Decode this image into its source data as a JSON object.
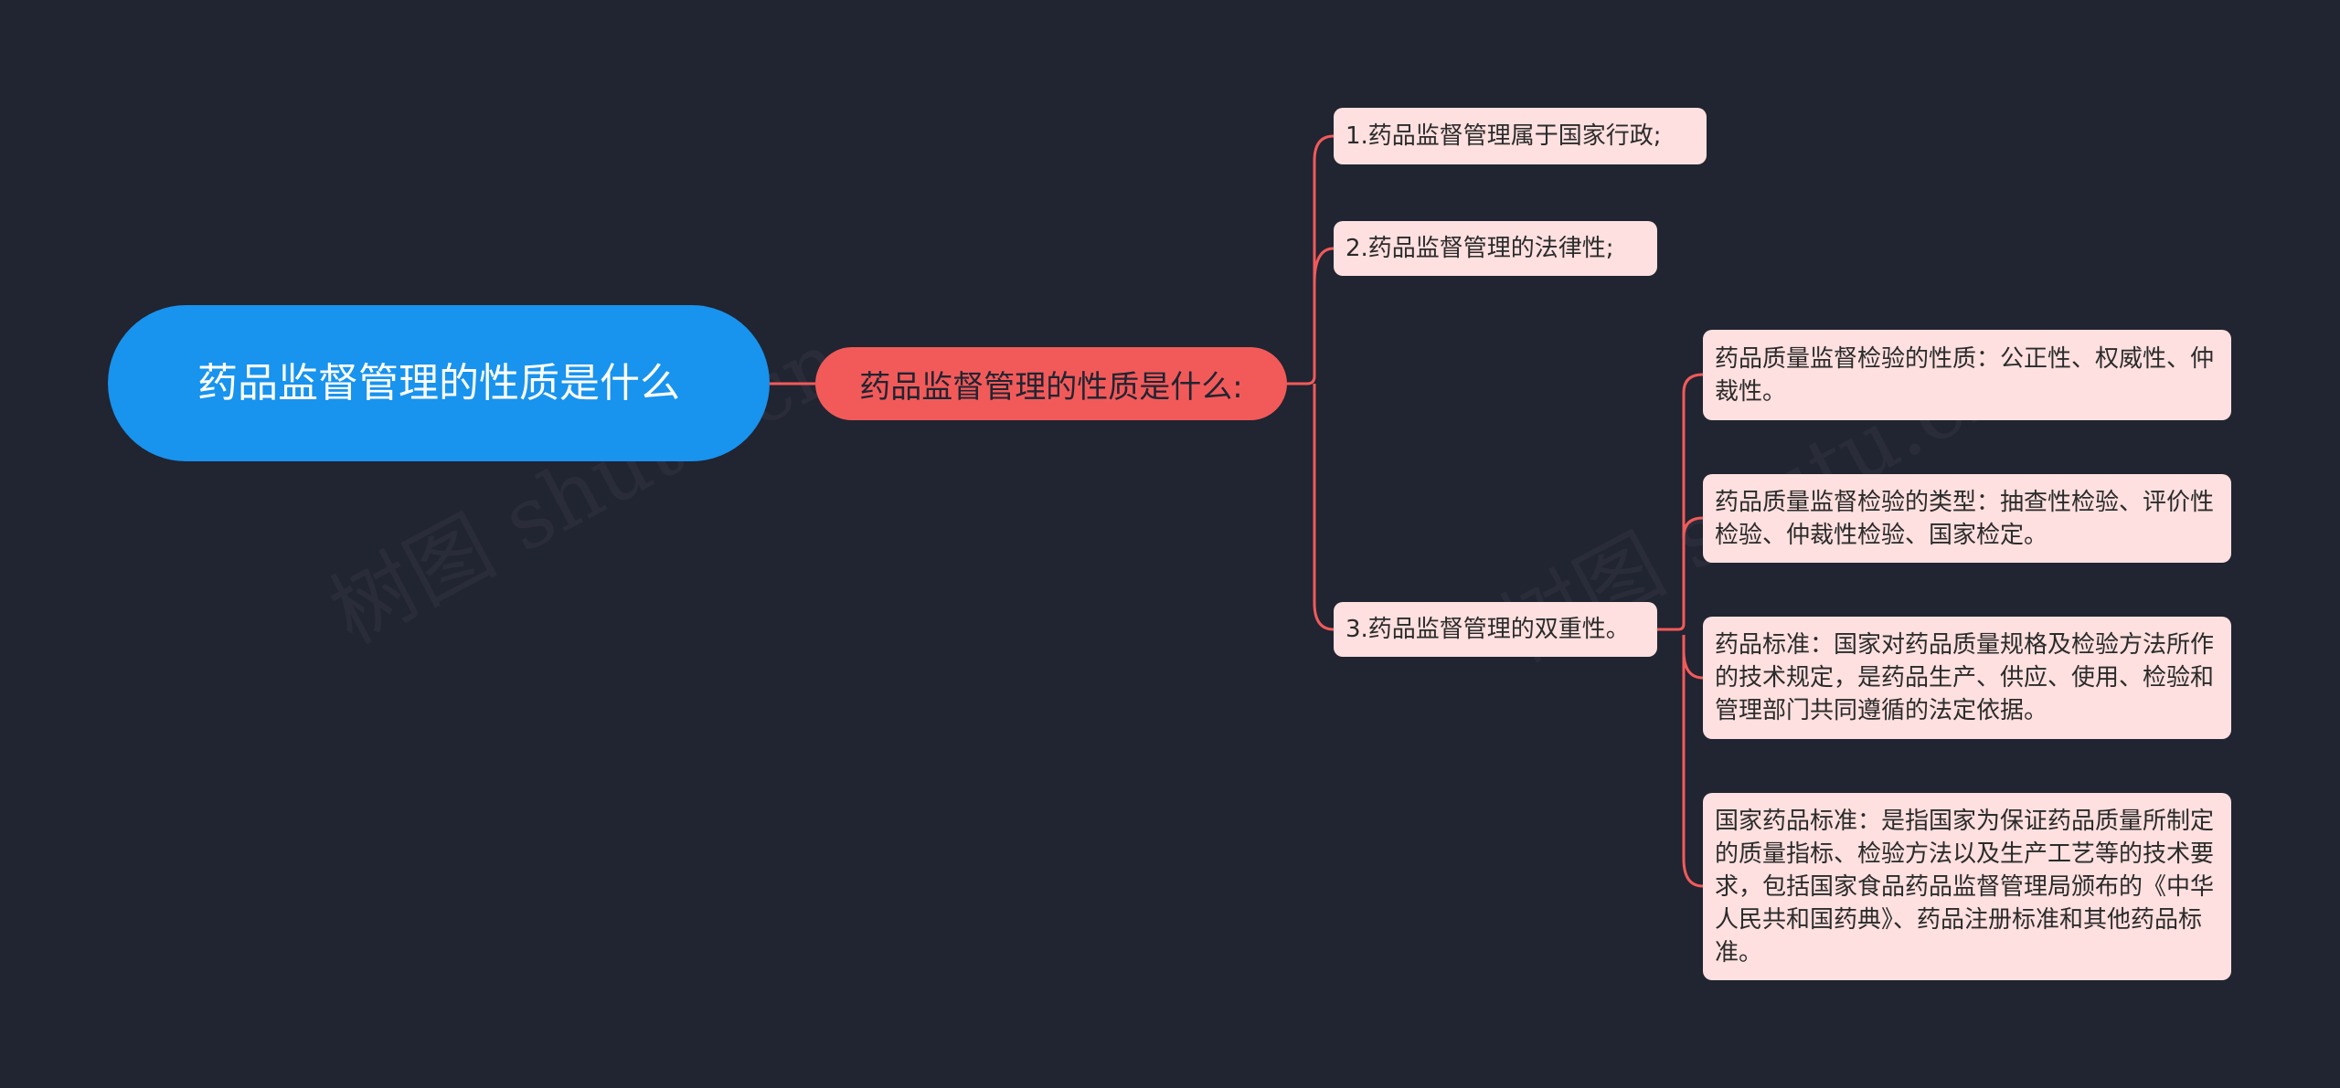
{
  "root": {
    "label": "药品监督管理的性质是什么"
  },
  "branch": {
    "label": "药品监督管理的性质是什么:"
  },
  "children": [
    {
      "label": "1.药品监督管理属于国家行政;"
    },
    {
      "label": "2.药品监督管理的法律性;"
    },
    {
      "label": "3.药品监督管理的双重性。"
    }
  ],
  "grandchildren": [
    {
      "label": "药品质量监督检验的性质：公正性、权威性、仲裁性。"
    },
    {
      "label": "药品质量监督检验的类型：抽查性检验、评价性检验、仲裁性检验、国家检定。"
    },
    {
      "label": "药品标准：国家对药品质量规格及检验方法所作的技术规定，是药品生产、供应、使用、检验和管理部门共同遵循的法定依据。"
    },
    {
      "label": "国家药品标准：是指国家为保证药品质量所制定的质量指标、检验方法以及生产工艺等的技术要求，包括国家食品药品监督管理局颁布的《中华人民共和国药典》、药品注册标准和其他药品标准。"
    }
  ],
  "watermark": "树图 shutu.cn",
  "colors": {
    "background": "#212431",
    "root_fill": "#1893ee",
    "branch_fill": "#f25a5a",
    "leaf_fill": "#fde0df",
    "connector": "#f25a5a"
  }
}
